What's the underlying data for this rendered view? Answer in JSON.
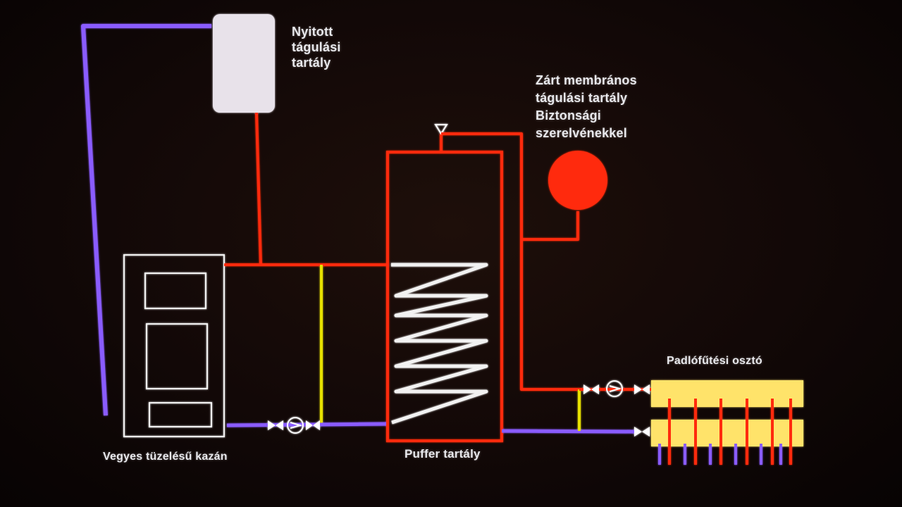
{
  "diagram": {
    "labels": {
      "open_tank": [
        "Nyitott",
        "tágulási",
        "tartály"
      ],
      "closed_tank": [
        "Zárt membrános",
        "tágulási tartály",
        "Biztonsági",
        "szerelvénekkel"
      ],
      "boiler": "Vegyes tüzelésű kazán",
      "buffer": "Puffer tartály",
      "manifold": "Padlófűtési osztó"
    },
    "colors": {
      "background": "#140907",
      "supply": "#ff2a10",
      "return": "#8a5cff",
      "bypass": "#e6e000",
      "outline": "#f2f2f2",
      "tank_fill": "#e8e2ea",
      "manifold": "#ffe36a"
    }
  }
}
